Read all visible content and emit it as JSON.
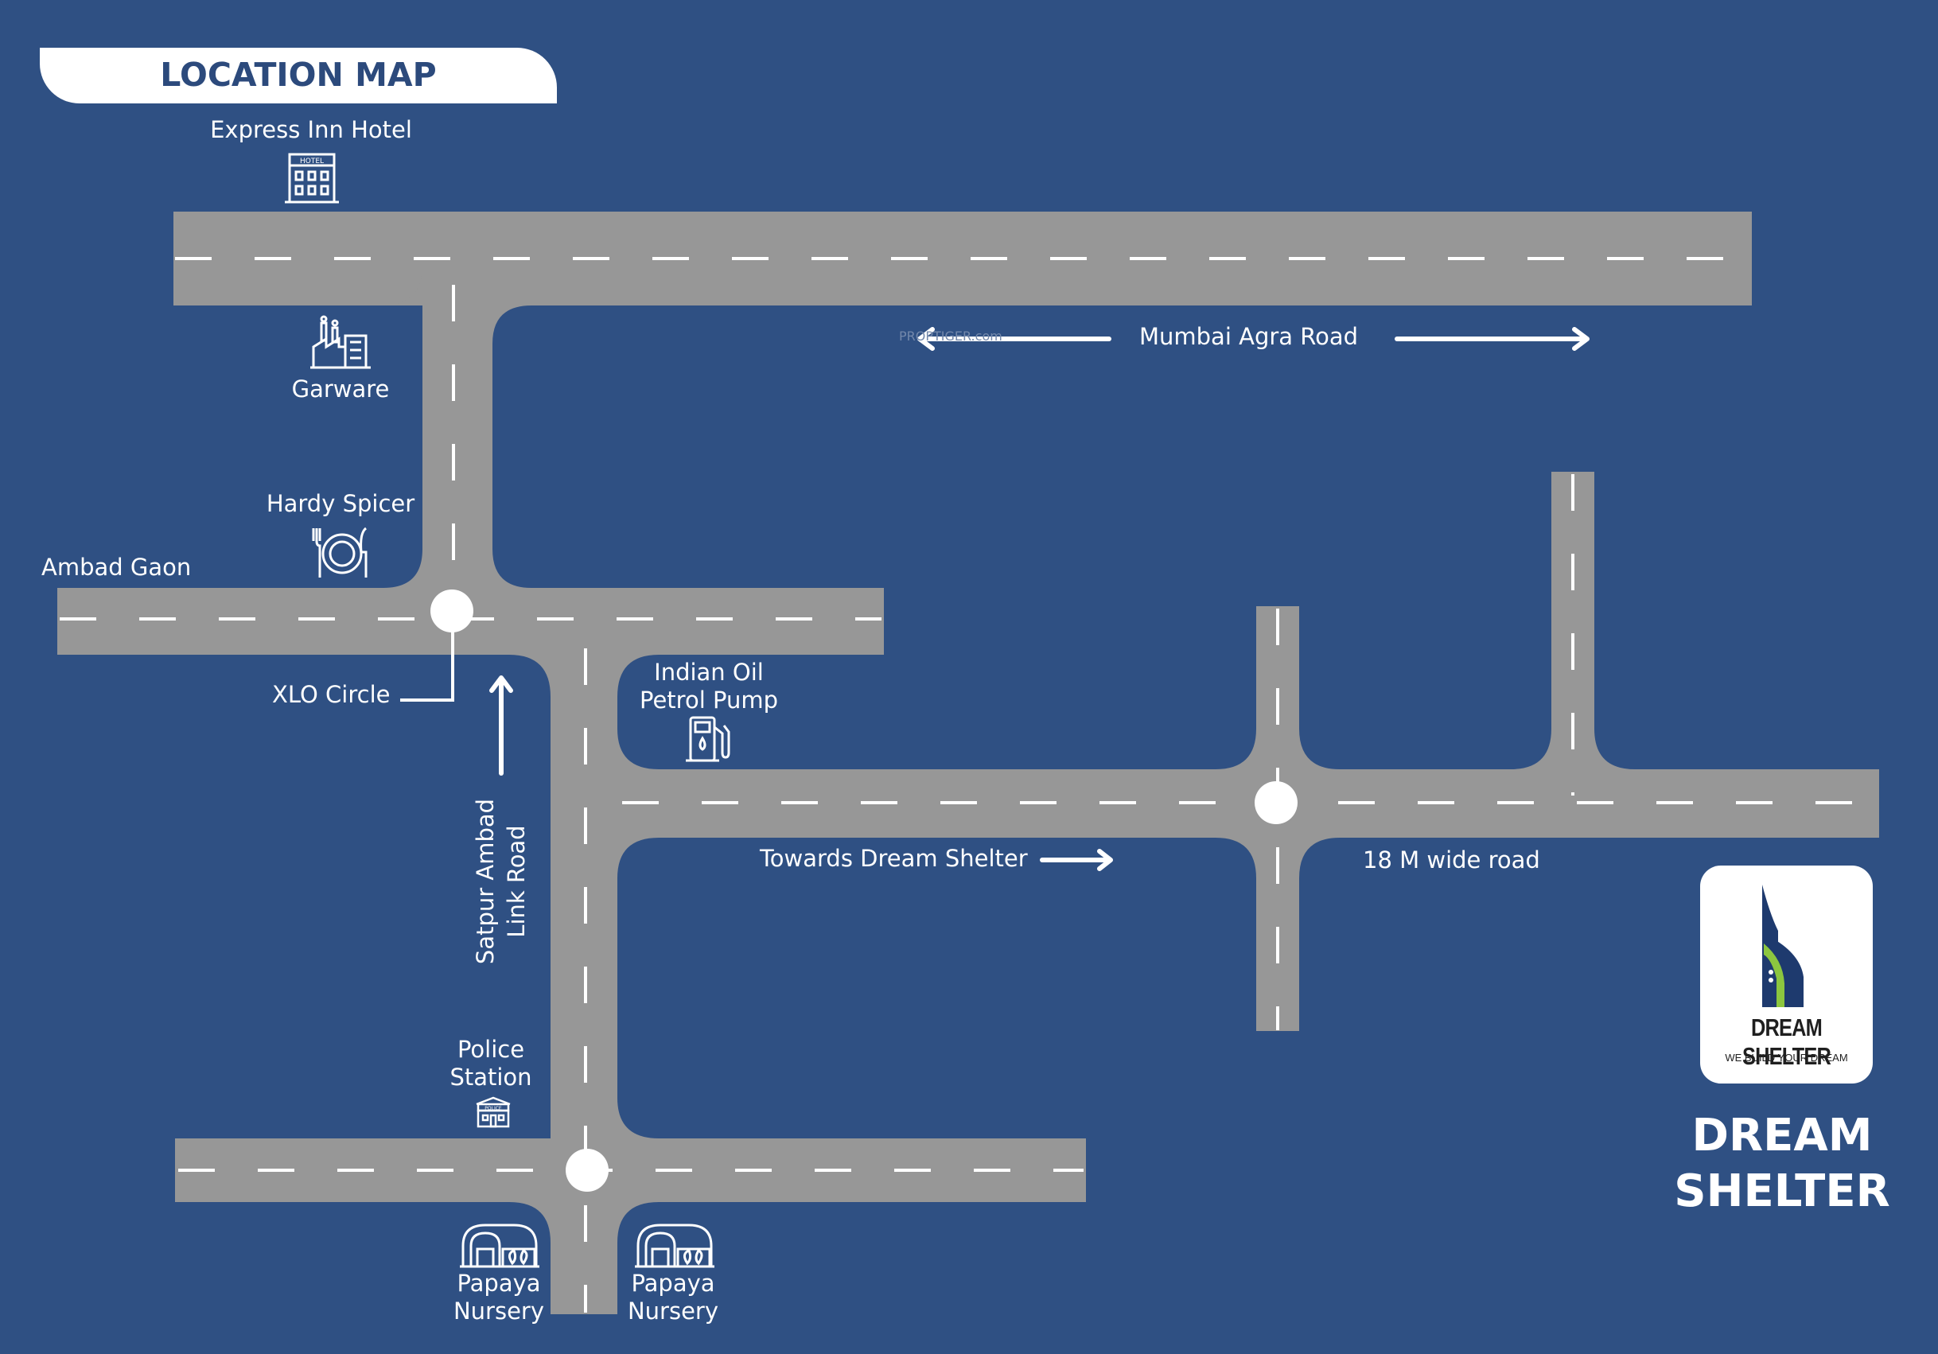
{
  "title": "LOCATION MAP",
  "watermark": "PROPTIGER.com",
  "landmarks": {
    "express_inn_hotel": "Express Inn Hotel",
    "hotel_sign": "HOTEL",
    "garware": "Garware",
    "hardy_spicer": "Hardy Spicer",
    "ambad_gaon": "Ambad Gaon",
    "xlo_circle": "XLO Circle",
    "indian_oil_line1": "Indian Oil",
    "indian_oil_line2": "Petrol Pump",
    "police_line1": "Police",
    "police_line2": "Station",
    "police_sign": "POLICE",
    "papaya_left_line1": "Papaya",
    "papaya_left_line2": "Nursery",
    "papaya_right_line1": "Papaya",
    "papaya_right_line2": "Nursery"
  },
  "roads": {
    "mumbai_agra": "Mumbai Agra Road",
    "satpur_line1": "Satpur Ambad",
    "satpur_line2": "Link Road",
    "towards": "Towards Dream Shelter",
    "wide_road": "18 M wide road"
  },
  "logo": {
    "name": "DREAM SHELTER",
    "tagline": "WE BUILD YOUR DREAM"
  },
  "brand": {
    "line1": "DREAM",
    "line2": "SHELTER"
  },
  "colors": {
    "background": "#2f5083",
    "road": "#979797",
    "marking": "#ffffff",
    "logo_green": "#8cc63f",
    "logo_navy": "#1e3a6e"
  }
}
